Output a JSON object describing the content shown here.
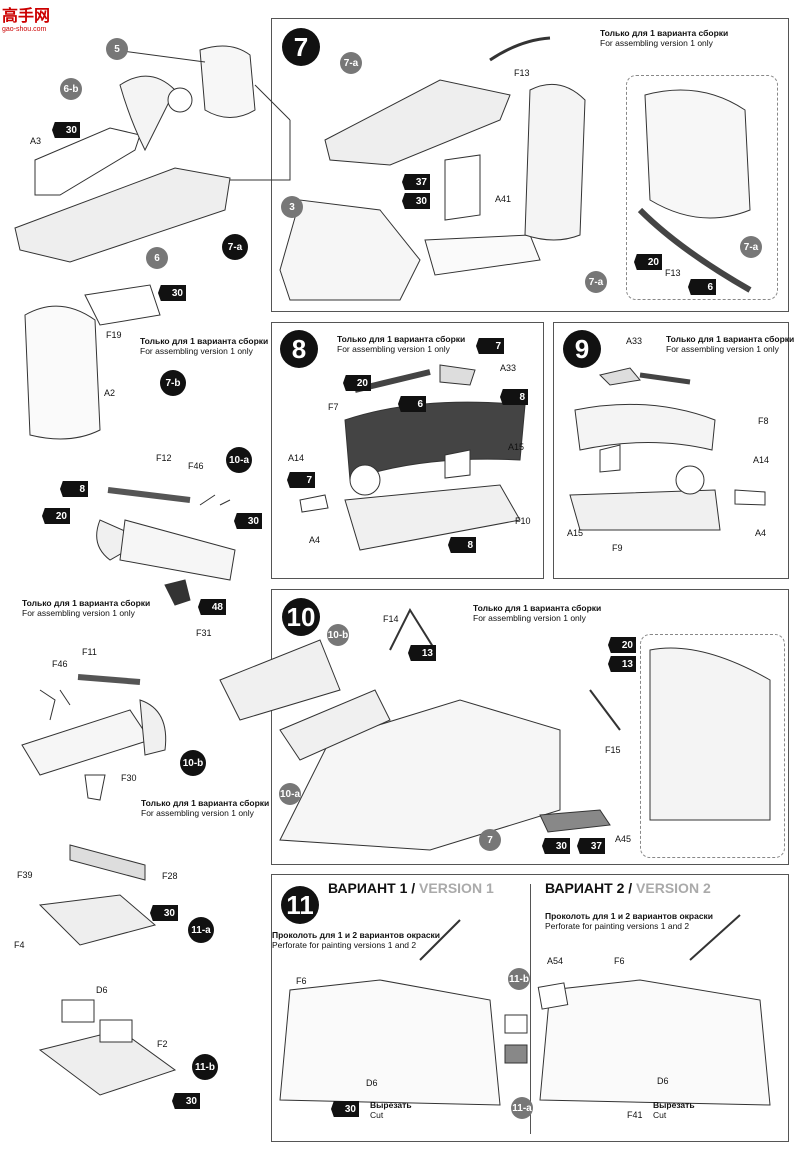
{
  "watermark": {
    "main": "高手网",
    "sub": "gao-shou.com"
  },
  "notes": {
    "ru_v1": "Только для 1 варианта сборки",
    "en_v1": "For assembling version 1 only",
    "ru_perf": "Проколоть для 1 и 2 вариантов окраски",
    "en_perf": "Perforate for painting versions 1 and 2",
    "ru_cut": "Вырезать",
    "en_cut": "Cut"
  },
  "steps": {
    "s7": "7",
    "s8": "8",
    "s9": "9",
    "s10": "10",
    "s11": "11"
  },
  "sub_badges": {
    "b7a": "7-a",
    "b7b": "7-b",
    "b10a": "10-a",
    "b10b": "10-b",
    "b11a": "11-a",
    "b11b": "11-b"
  },
  "parts": {
    "p5": "5",
    "p6b": "6-b",
    "a3": "A3",
    "p6": "6",
    "f19": "F19",
    "a2": "A2",
    "f12": "F12",
    "f46": "F46",
    "f31": "F31",
    "f11": "F11",
    "f30": "F30",
    "f39": "F39",
    "f28": "F28",
    "f4": "F4",
    "d6": "D6",
    "f2": "F2",
    "p7a": "7-a",
    "f13": "F13",
    "a41": "A41",
    "p3": "3",
    "a33": "A33",
    "f7": "F7",
    "a14": "A14",
    "a15": "A15",
    "a4": "A4",
    "f10": "F10",
    "f8": "F8",
    "f9": "F9",
    "f14": "F14",
    "f15": "F15",
    "a45": "A45",
    "p7": "7",
    "p10a": "10-a",
    "p10b": "10-b",
    "f6": "F6",
    "a54": "A54",
    "f41": "F41",
    "p11a": "11-a",
    "p11b": "11-b"
  },
  "paints": {
    "c30": "30",
    "c8": "8",
    "c20": "20",
    "c48": "48",
    "c37": "37",
    "c6": "6",
    "c7": "7",
    "c13": "13"
  },
  "variants": {
    "v1_ru": "ВАРИАНТ 1 /",
    "v1_en": "VERSION 1",
    "v2_ru": "ВАРИАНТ 2 /",
    "v2_en": "VERSION 2"
  }
}
